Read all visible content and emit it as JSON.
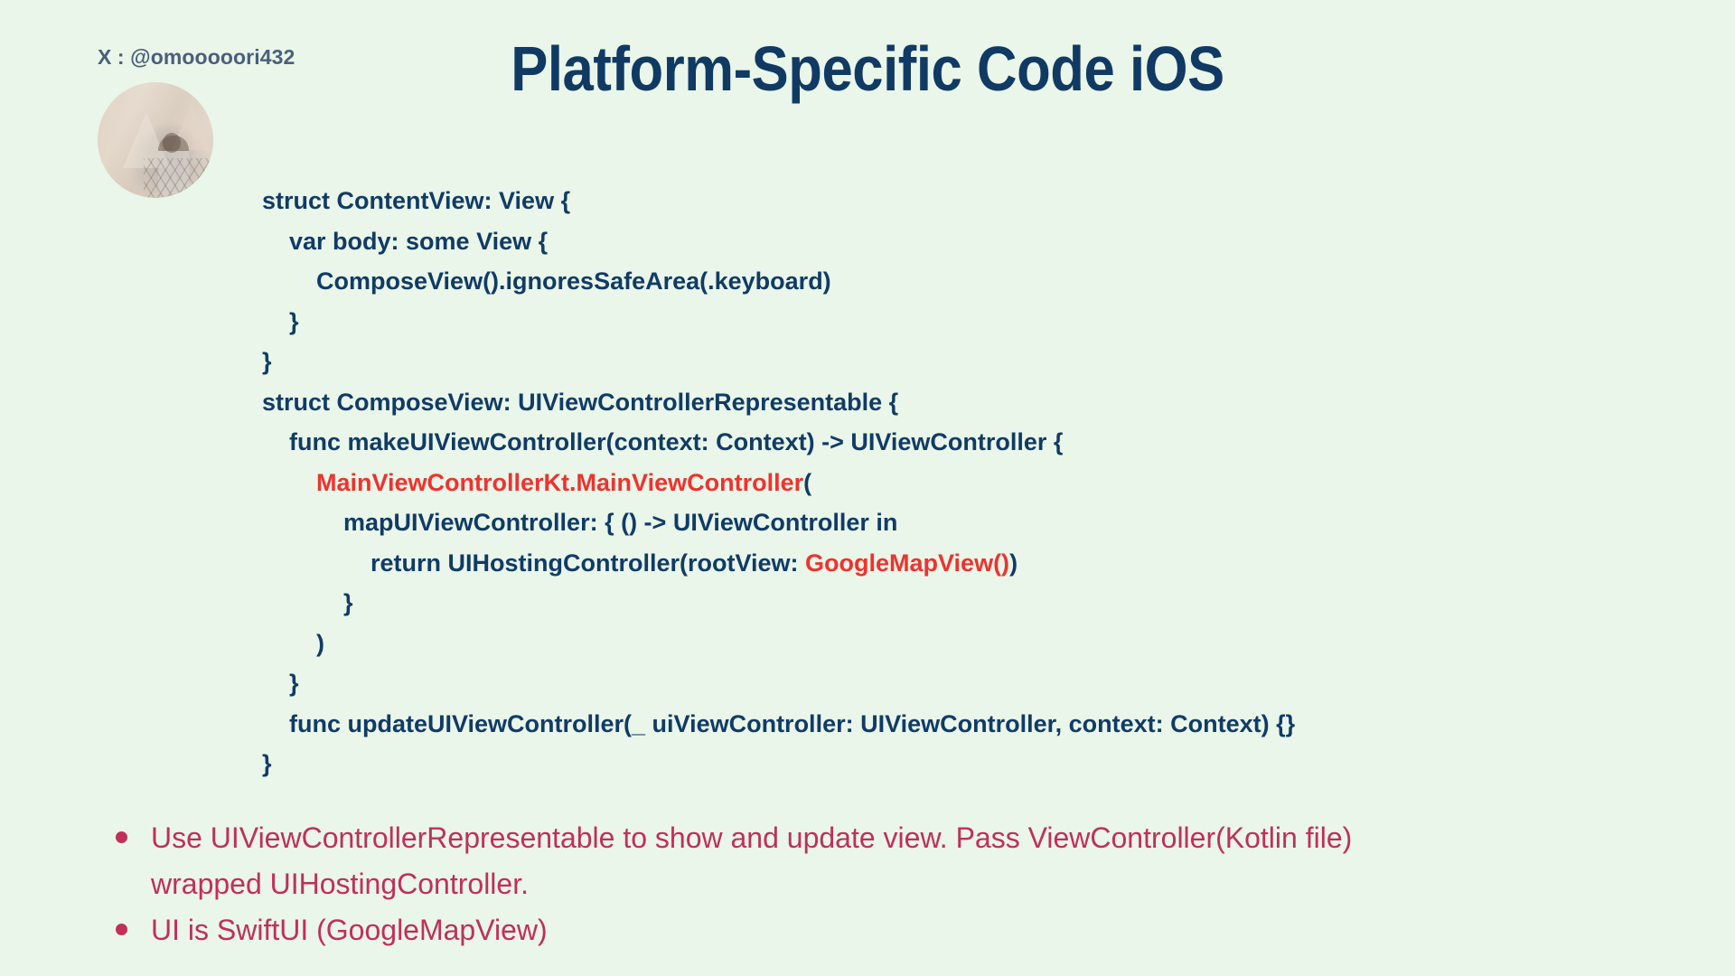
{
  "slide": {
    "title": "Platform-Specific Code iOS",
    "background_color": "#e9f6e9",
    "accent_navy": "#103a63",
    "accent_red": "#f0322e",
    "bullet_color": "#c03057"
  },
  "author": {
    "handle": "X : @omooooori432",
    "avatar_alt": "avatar-photo"
  },
  "code": {
    "lines": [
      {
        "indent": 0,
        "parts": [
          {
            "text": "struct ContentView: View {",
            "color": "navy"
          }
        ]
      },
      {
        "indent": 1,
        "parts": [
          {
            "text": "var body: some View {",
            "color": "navy"
          }
        ]
      },
      {
        "indent": 2,
        "parts": [
          {
            "text": "ComposeView().ignoresSafeArea(.keyboard)",
            "color": "navy"
          }
        ]
      },
      {
        "indent": 1,
        "parts": [
          {
            "text": "}",
            "color": "navy"
          }
        ]
      },
      {
        "indent": 0,
        "parts": [
          {
            "text": "}",
            "color": "navy"
          }
        ]
      },
      {
        "indent": 0,
        "parts": [
          {
            "text": "struct ComposeView: UIViewControllerRepresentable {",
            "color": "navy"
          }
        ]
      },
      {
        "indent": 1,
        "parts": [
          {
            "text": "func makeUIViewController(context: Context) -> UIViewController {",
            "color": "navy"
          }
        ]
      },
      {
        "indent": 2,
        "parts": [
          {
            "text": "MainViewControllerKt.MainViewController",
            "color": "red"
          },
          {
            "text": "(",
            "color": "navy"
          }
        ]
      },
      {
        "indent": 3,
        "parts": [
          {
            "text": "mapUIViewController: { () -> UIViewController in",
            "color": "navy"
          }
        ]
      },
      {
        "indent": 4,
        "parts": [
          {
            "text": "return UIHostingController(rootView: ",
            "color": "navy"
          },
          {
            "text": "GoogleMapView()",
            "color": "red"
          },
          {
            "text": ")",
            "color": "navy"
          }
        ]
      },
      {
        "indent": 3,
        "parts": [
          {
            "text": "}",
            "color": "navy"
          }
        ]
      },
      {
        "indent": 2,
        "parts": [
          {
            "text": ")",
            "color": "navy"
          }
        ]
      },
      {
        "indent": 1,
        "parts": [
          {
            "text": "}",
            "color": "navy"
          }
        ]
      },
      {
        "indent": 1,
        "parts": [
          {
            "text": "func updateUIViewController(_ uiViewController: UIViewController, context: Context) {}",
            "color": "navy"
          }
        ]
      },
      {
        "indent": 0,
        "parts": [
          {
            "text": "}",
            "color": "navy"
          }
        ]
      }
    ]
  },
  "bullets": [
    {
      "text": "Use UIViewControllerRepresentable to show and update view. Pass ViewController(Kotlin file) wrapped UIHostingController.",
      "wrap": "narrow"
    },
    {
      "text": "UI is SwiftUI (GoogleMapView)",
      "wrap": "wide"
    }
  ]
}
